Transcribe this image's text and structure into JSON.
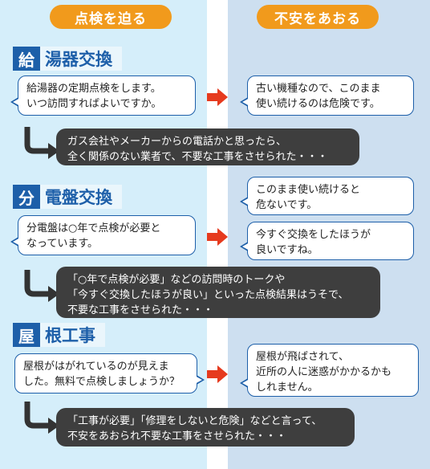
{
  "columns": {
    "left_header": "点検を迫る",
    "right_header": "不安をあおる"
  },
  "sections": [
    {
      "badge": "給",
      "title": "湯器交換",
      "left_bubble": "給湯器の定期点検をします。\nいつ訪問すればよいですか。",
      "right_bubbles": [
        "古い機種なので、このまま\n使い続けるのは危険です。"
      ],
      "result": "ガス会社やメーカーからの電話かと思ったら、\n全く関係のない業者で、不要な工事をさせられた・・・"
    },
    {
      "badge": "分",
      "title": "電盤交換",
      "left_bubble": "分電盤は○年で点検が必要と\nなっています。",
      "right_bubbles": [
        "このまま使い続けると\n危ないです。",
        "今すぐ交換をしたほうが\n良いですね。"
      ],
      "result": "「○年で点検が必要」などの訪問時のトークや\n「今すぐ交換したほうが良い」といった点検結果はうそで、\n不要な工事をさせられた・・・"
    },
    {
      "badge": "屋",
      "title": "根工事",
      "left_bubble": "屋根がはがれているのが見えま\nした。無料で点検しましょうか？",
      "right_bubbles": [
        "屋根が飛ばされて、\n近所の人に迷惑がかかるかも\nしれません。"
      ],
      "result": "「工事が必要」「修理をしないと危険」などと言って、\n不安をあおられ不要な工事をさせられた・・・"
    }
  ],
  "colors": {
    "accent_orange": "#f19a1c",
    "title_blue": "#1d5fa9",
    "arrow_red": "#e63a1e",
    "dark_box": "#3e3e3e",
    "left_bg": "#d5eefa",
    "right_bg": "#cddff0"
  },
  "icons": {
    "arrow": "right-arrow-icon",
    "hook": "hook-arrow-icon"
  }
}
